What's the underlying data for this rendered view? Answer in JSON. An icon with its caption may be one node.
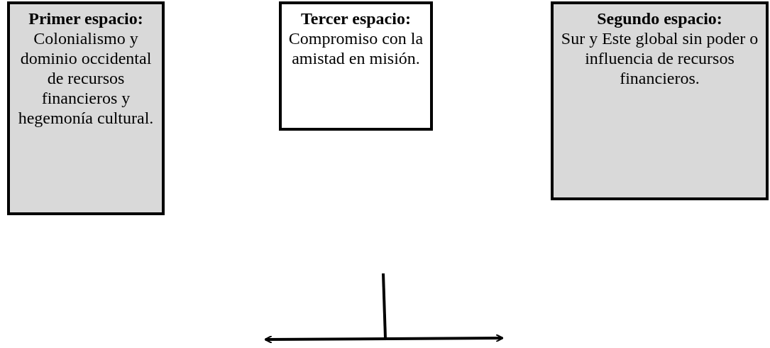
{
  "diagram": {
    "nodes": [
      {
        "text": [
          "Primer espacio:",
          "Colonialismo y dominio occidental de recursos financieros y hegemonía cultural."
        ]
      },
      {
        "text": [
          "Tercer espacio:",
          "Compromiso con la amistad en misión."
        ]
      },
      {
        "text": [
          "Segundo espacio:",
          "Sur y Este global sin poder o influencia de recursos financieros."
        ]
      }
    ],
    "edges": []
  }
}
